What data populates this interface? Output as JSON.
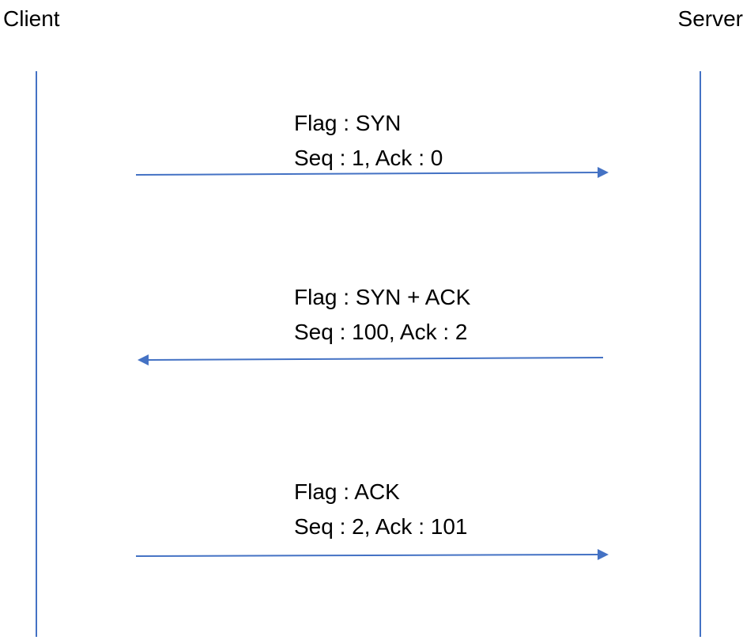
{
  "participants": {
    "client": "Client",
    "server": "Server"
  },
  "colors": {
    "line": "#4472C4",
    "text": "#000000"
  },
  "messages": [
    {
      "direction": "client-to-server",
      "flag": "Flag : SYN",
      "seq_ack": "Seq : 1, Ack : 0"
    },
    {
      "direction": "server-to-client",
      "flag": "Flag : SYN + ACK",
      "seq_ack": "Seq : 100, Ack : 2"
    },
    {
      "direction": "client-to-server",
      "flag": "Flag : ACK",
      "seq_ack": "Seq : 2, Ack : 101"
    }
  ]
}
